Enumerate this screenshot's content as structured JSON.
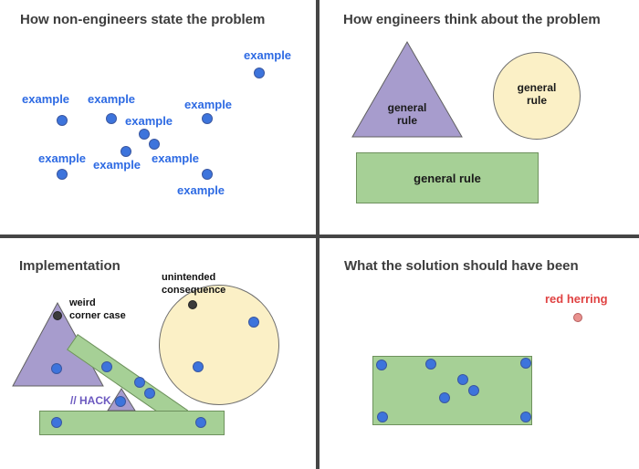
{
  "colors": {
    "divider": "#454545",
    "title_text": "#3d3d3d",
    "example_blue_text": "#2d6ae3",
    "dot_blue": "#3d74dc",
    "purple_fill": "#a79ccd",
    "yellow_fill": "#fbf0c6",
    "green_fill": "#a6d096",
    "red_herring_text": "#e04343",
    "hack_purple_text": "#6c59c0"
  },
  "q1": {
    "title": "How non-engineers state the problem",
    "point_label": "example",
    "point_count": 9
  },
  "q2": {
    "title": "How engineers think about the problem",
    "rule_label": "general rule",
    "rule_label_stacked": "general\nrule"
  },
  "q3": {
    "title": "Implementation",
    "corner_case": "weird\ncorner case",
    "consequence": "unintended\nconsequence",
    "hack": "// HACK"
  },
  "q4": {
    "title": "What the solution should have been",
    "red_herring": "red herring"
  }
}
